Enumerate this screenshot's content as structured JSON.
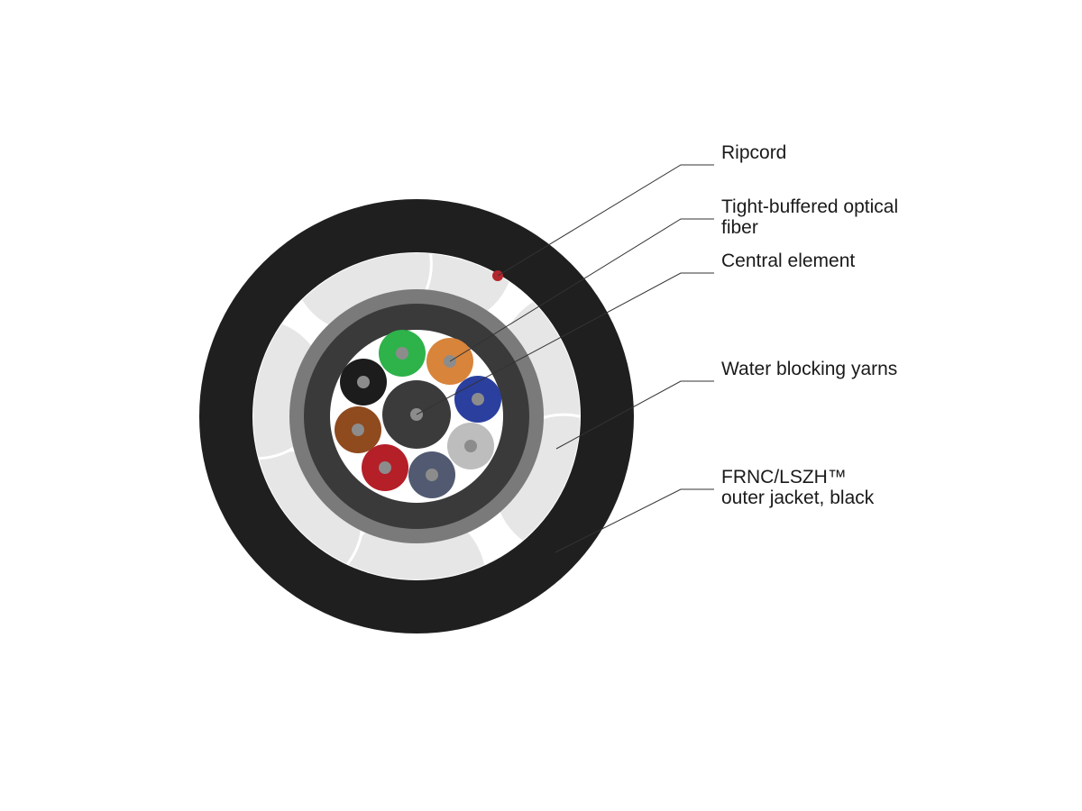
{
  "labels": {
    "ripcord": [
      "Ripcord"
    ],
    "fiber": [
      "Tight-buffered optical",
      "fiber"
    ],
    "central": [
      "Central element"
    ],
    "yarns": [
      "Water blocking yarns"
    ],
    "jacket": [
      "FRNC/LSZH™",
      "outer jacket, black"
    ]
  },
  "colors": {
    "outer_jacket": "#1f1f1f",
    "yarn_fill": "#e6e6e6",
    "yarn_gap": "#ffffff",
    "inner_sheath_outer": "#7a7a7a",
    "inner_sheath": "#3a3a3a",
    "core_fill": "#ffffff",
    "central_element": "#3b3b3b",
    "fiber_core": "#8c8c8c",
    "ripcord": "#b3262d",
    "leader_line": "#333333"
  },
  "fibers": [
    {
      "name": "green-fiber",
      "color": "#2eb24a"
    },
    {
      "name": "orange-fiber",
      "color": "#d8843a"
    },
    {
      "name": "blue-fiber",
      "color": "#2a3f9e"
    },
    {
      "name": "grey-fiber",
      "color": "#bdbdbd"
    },
    {
      "name": "slate-fiber",
      "color": "#525a72"
    },
    {
      "name": "red-fiber",
      "color": "#b51f28"
    },
    {
      "name": "brown-fiber",
      "color": "#8f4a1e"
    },
    {
      "name": "black-fiber",
      "color": "#1c1c1c"
    }
  ]
}
